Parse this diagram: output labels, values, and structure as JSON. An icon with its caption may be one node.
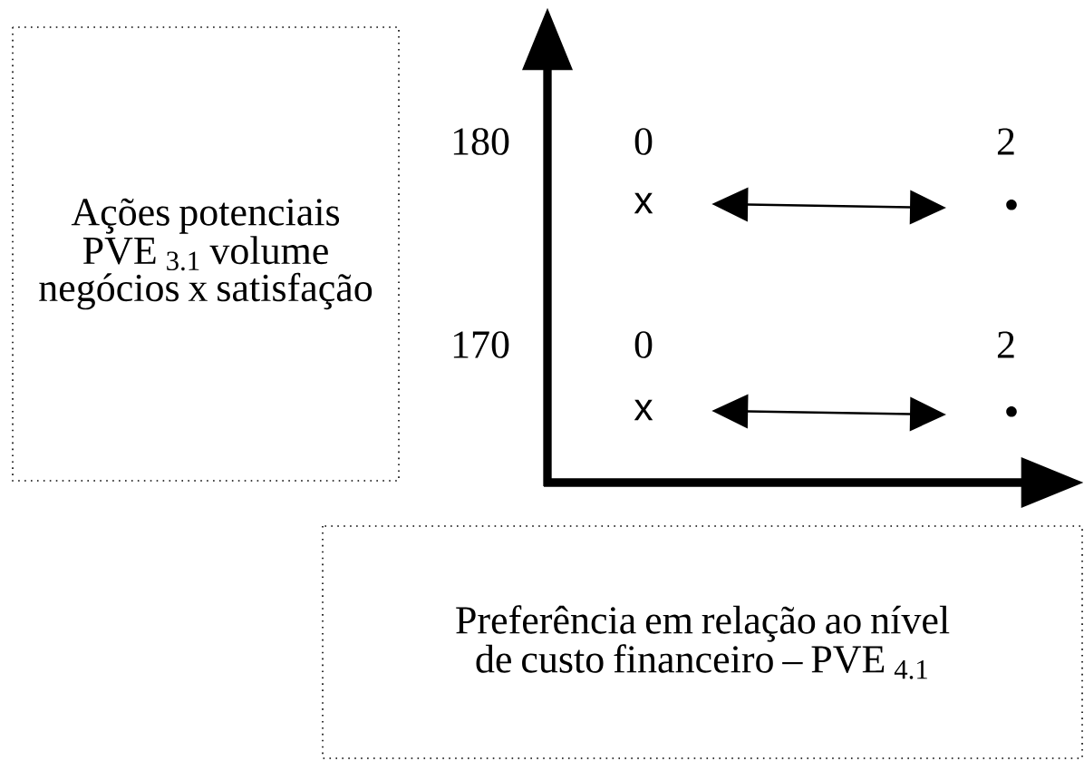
{
  "diagram": {
    "nodes": [
      {
        "text": [
          "Ações potenciais PVE $_{3.1}$ volume negócios x satisfação"
        ]
      },
      {
        "text": [
          "Preferência em relação ao nível de custo financeiro – PVE $_{4.1}$"
        ]
      },
      {
        "text": [
          "x"
        ]
      },
      {
        "text": [
          "•"
        ]
      },
      {
        "text": [
          "x"
        ]
      },
      {
        "text": [
          "•"
        ]
      }
    ],
    "edges": [
      {
        "from": 2,
        "to": 3,
        "arrow": "both"
      },
      {
        "from": 4,
        "to": 5,
        "arrow": "both"
      }
    ],
    "labels": [
      "180",
      "0",
      "2",
      "170",
      "0",
      "2"
    ]
  }
}
